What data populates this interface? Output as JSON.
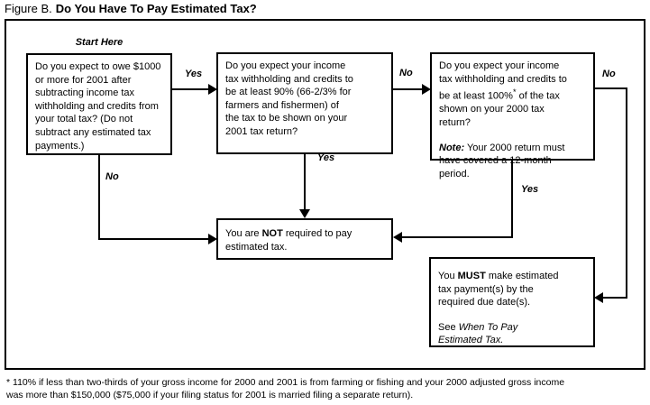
{
  "title": {
    "figure_label": "Figure B.",
    "heading": "Do You Have To Pay Estimated Tax?"
  },
  "start_caption": "Start Here",
  "boxes": {
    "start": {
      "name": "owe-1000-question",
      "line1": "Do you expect to owe $1000",
      "line2": "or more for 2001 after",
      "line3": "subtracting income tax",
      "line4": "withholding and credits from",
      "line5": "your total tax? (Do not",
      "line6": "subtract any estimated tax",
      "line7": "payments.)"
    },
    "q2": {
      "name": "withholding-90-percent-question",
      "line1": "Do you expect your income",
      "line2": "tax withholding and credits to",
      "line3": "be at least 90% (66-2/3% for",
      "line4": "farmers and fishermen) of",
      "line5": "the tax to be shown on your",
      "line6": "2001 tax return?"
    },
    "q3": {
      "name": "withholding-100-percent-question",
      "line1": "Do you expect your income",
      "line2": "tax withholding and credits to",
      "line3_a": "be at least 100%",
      "line3_footnote_marker": "*",
      "line3_b": "of the tax",
      "line4": "shown on your 2000 tax",
      "line5": "return?",
      "note_label": "Note:",
      "note_line1": "Your 2000 return must",
      "note_line2": "have covered a 12-month",
      "note_line3": "period."
    },
    "not_required": {
      "name": "not-required-outcome",
      "pre": "You are",
      "emphasis": "NOT",
      "post": "required to pay",
      "line2": "estimated tax."
    },
    "must_pay": {
      "name": "must-pay-outcome",
      "pre": "You",
      "emphasis": "MUST",
      "post": "make estimated",
      "line2": "tax payment(s) by the",
      "line3": "required due date(s).",
      "see_prefix": "See",
      "see_italic_line1": "When To Pay",
      "see_italic_line2": "Estimated Tax."
    }
  },
  "edges": {
    "yes_start_to_q2": "Yes",
    "no_start_to_not": "No",
    "no_q2_to_q3": "No",
    "yes_q2_to_not": "Yes",
    "no_q3_to_must": "No",
    "yes_q3_to_not": "Yes"
  },
  "footnote": {
    "marker": "*",
    "line1": "110% if less than two-thirds of your gross income for 2000 and 2001 is from farming or fishing and your 2000 adjusted gross income",
    "line2": "was more than $150,000 ($75,000 if your filing status for 2001 is married filing a separate return)."
  },
  "colors": {
    "ink": "#000000",
    "paper": "#ffffff"
  }
}
